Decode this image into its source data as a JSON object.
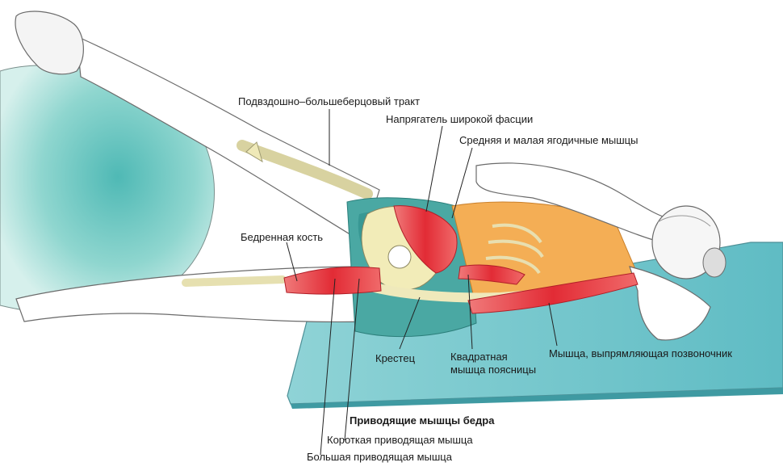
{
  "labels": {
    "it_band": "Подвздошно–большеберцовый тракт",
    "tfl": "Напрягатель широкой фасции",
    "gluteus": "Средняя и малая ягодичные мышцы",
    "femur": "Бедренная кость",
    "sacrum": "Крестец",
    "quadratus_l1": "Квадратная",
    "quadratus_l2": "мышца поясницы",
    "erector": "Мышца, выпрямляющая позвоночник",
    "adductors": "Приводящие мышцы бедра",
    "adductor_brevis": "Короткая приводящая мышца",
    "adductor_magnus": "Большая приводящая мышца"
  },
  "colors": {
    "ball": "#7fcfc8",
    "mat": "#6cc3c9",
    "skin_outline": "#6b6b6b",
    "bone": "#f2ecb8",
    "muscle": "#e8333b",
    "shirt": "#f3a94a",
    "shorts": "#3aa6a6"
  }
}
